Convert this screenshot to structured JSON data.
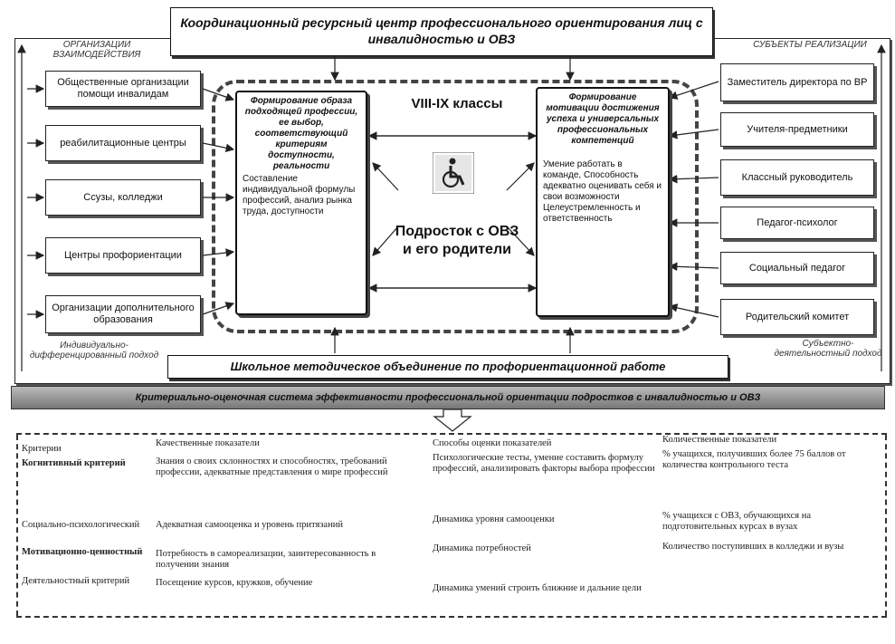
{
  "title": "Координационный ресурсный центр профессионального ориентирования лиц с инвалидностью и ОВЗ",
  "left_label": "ОРГАНИЗАЦИИ ВЗАИМОДЕЙСТВИЯ",
  "right_label": "СУБЪЕКТЫ РЕАЛИЗАЦИИ",
  "left_boxes": [
    "Общественные организации помощи инвалидам",
    "реабилитационные центры",
    "Ссузы, колледжи",
    "Центры профориентации",
    "Организации дополнительного образования"
  ],
  "right_boxes": [
    "Заместитель директора по ВР",
    "Учителя-предметники",
    "Классный руководитель",
    "Педагог-психолог",
    "Социальный педагог",
    "Родительский комитет"
  ],
  "grade_label": "VIII-IX классы",
  "center_text": "Подросток с ОВЗ и его родители",
  "left_scroll": {
    "heading": "Формирование образа подходящей профессии, ее выбор, соответствующий критериям доступности, реальности",
    "body": "Составление индивидуальной формулы профессий, анализ рынка труда, доступности"
  },
  "right_scroll": {
    "heading": "Формирование мотивации достижения успеха и универсальных профессиональных компетенций",
    "body": "Умение работать в команде, Способность адекватно оценивать себя и свои возможности Целеустремленность и ответственность"
  },
  "bottom_left_label": "Индивидуально-дифференцированный подход",
  "bottom_right_label": "Субъектно-деятельностный подход",
  "methodical": "Школьное методическое объединение по профориентационной работе",
  "criteria_banner": "Критериально-оценочная система эффективности профессиональной ориентации подростков с инвалидностью и ОВЗ",
  "table": {
    "headers": [
      "Критерии",
      "Качественные показатели",
      "Способы оценки показателей",
      "Количественные показатели"
    ],
    "rows": [
      [
        "Когнитивный критерий",
        "Знания о своих склонностях и способностях, требований профессии, адекватные представления о мире профессий",
        "Психологические тесты, умение составить формулу профессий, анализировать факторы выбора профессии",
        "% учащихся, получивших более 75 баллов от количества контрольного теста"
      ],
      [
        "Социально-психологический",
        "Адекватная самооценка и уровень притязаний",
        "Динамика уровня самооценки",
        "% учащихся с ОВЗ, обучающихся на подготовительных курсах в вузах"
      ],
      [
        "Мотивационно-ценностный",
        "Потребность в самореализации, заинтересованность в получении знания",
        "Динамика потребностей",
        "Количество поступивших в колледжи и вузы"
      ],
      [
        "Деятельностный критерий",
        "Посещение курсов, кружков, обучение",
        "Динамика умений строить ближние и дальние цели",
        ""
      ]
    ]
  }
}
